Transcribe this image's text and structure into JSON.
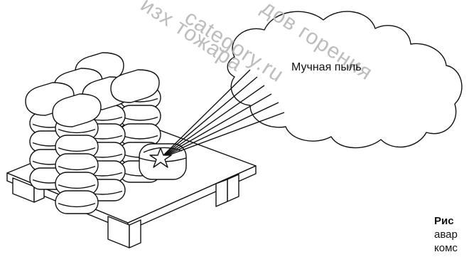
{
  "cloud": {
    "label": "Мучная пыль"
  },
  "caption": {
    "line1": "Рис",
    "line2": "авар",
    "line3": "комс"
  },
  "watermark": {
    "line1": "изх тожара",
    "line2": "category.ru",
    "line3": "дов горения"
  },
  "colors": {
    "stroke": "#111111",
    "background": "#ffffff",
    "watermark": "#bdbdbd"
  },
  "icons": {
    "ignition": "star-icon"
  }
}
